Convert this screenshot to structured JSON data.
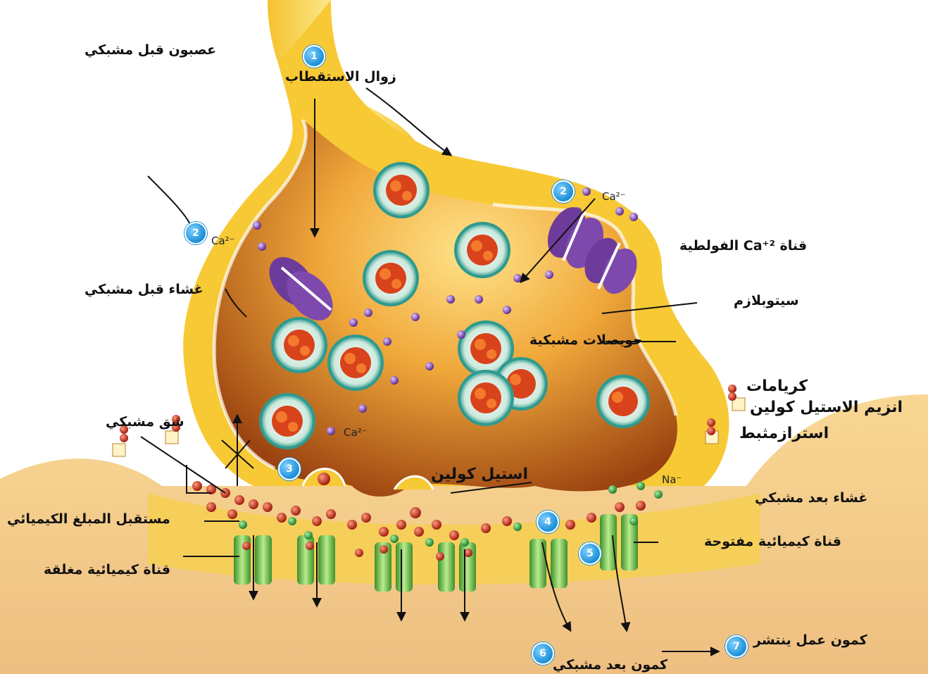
{
  "labels": {
    "presynaptic_neuron": "عصبون قبل مشبكي",
    "depolarization": "زوال الاستقطاب",
    "presynaptic_membrane": "غشاء قبل مشبكي",
    "voltage_ca_channel": "قناة Ca⁺² الفولطية",
    "cytoplasm": "سيتوبلازم",
    "synaptic_vesicles": "حويصلات مشبكية",
    "synaptic_cleft": "شق مشبكي",
    "choline": "كريامات",
    "acetylcholine_esterase": "انزيم الاستيل كولين",
    "esterase_inhibited": "استرازمثبط",
    "acetylcholine": "استيل كولين",
    "postsynaptic_membrane": "غشاء بعد مشبكي",
    "chemical_receptor": "مستقبل المبلغ الكيميائي",
    "open_chemical_channel": "قناة كيميائية مفتوحة",
    "closed_chemical_channel": "قناة كيميائية مغلقة",
    "postsynaptic_potential": "كمون بعد مشبكي",
    "propagating_action_potential": "كمون عمل ينتشر"
  },
  "ions": {
    "ca_1": "Ca²⁻",
    "ca_2": "Ca²⁻",
    "ca_3": "Ca²⁻",
    "na": "Na⁻"
  },
  "steps": {
    "s1": "1",
    "s2a": "2",
    "s2b": "2",
    "s3": "3",
    "s4": "4",
    "s5": "5",
    "s6": "6",
    "s7": "7"
  },
  "colors": {
    "axon_yellow": "#f8d040",
    "terminal_brown": "#b8540f",
    "cytoplasm_light": "#f6d36a",
    "vesicle_teal": "#2f9a8e",
    "vesicle_content": "#d8431c",
    "ca_channel_purple": "#6d3b9a",
    "receptor_green": "#6fbf4a",
    "acetylcholine_red": "#c0281a",
    "na_green": "#2e9b3e",
    "badge_blue": "#1b8fd6"
  }
}
